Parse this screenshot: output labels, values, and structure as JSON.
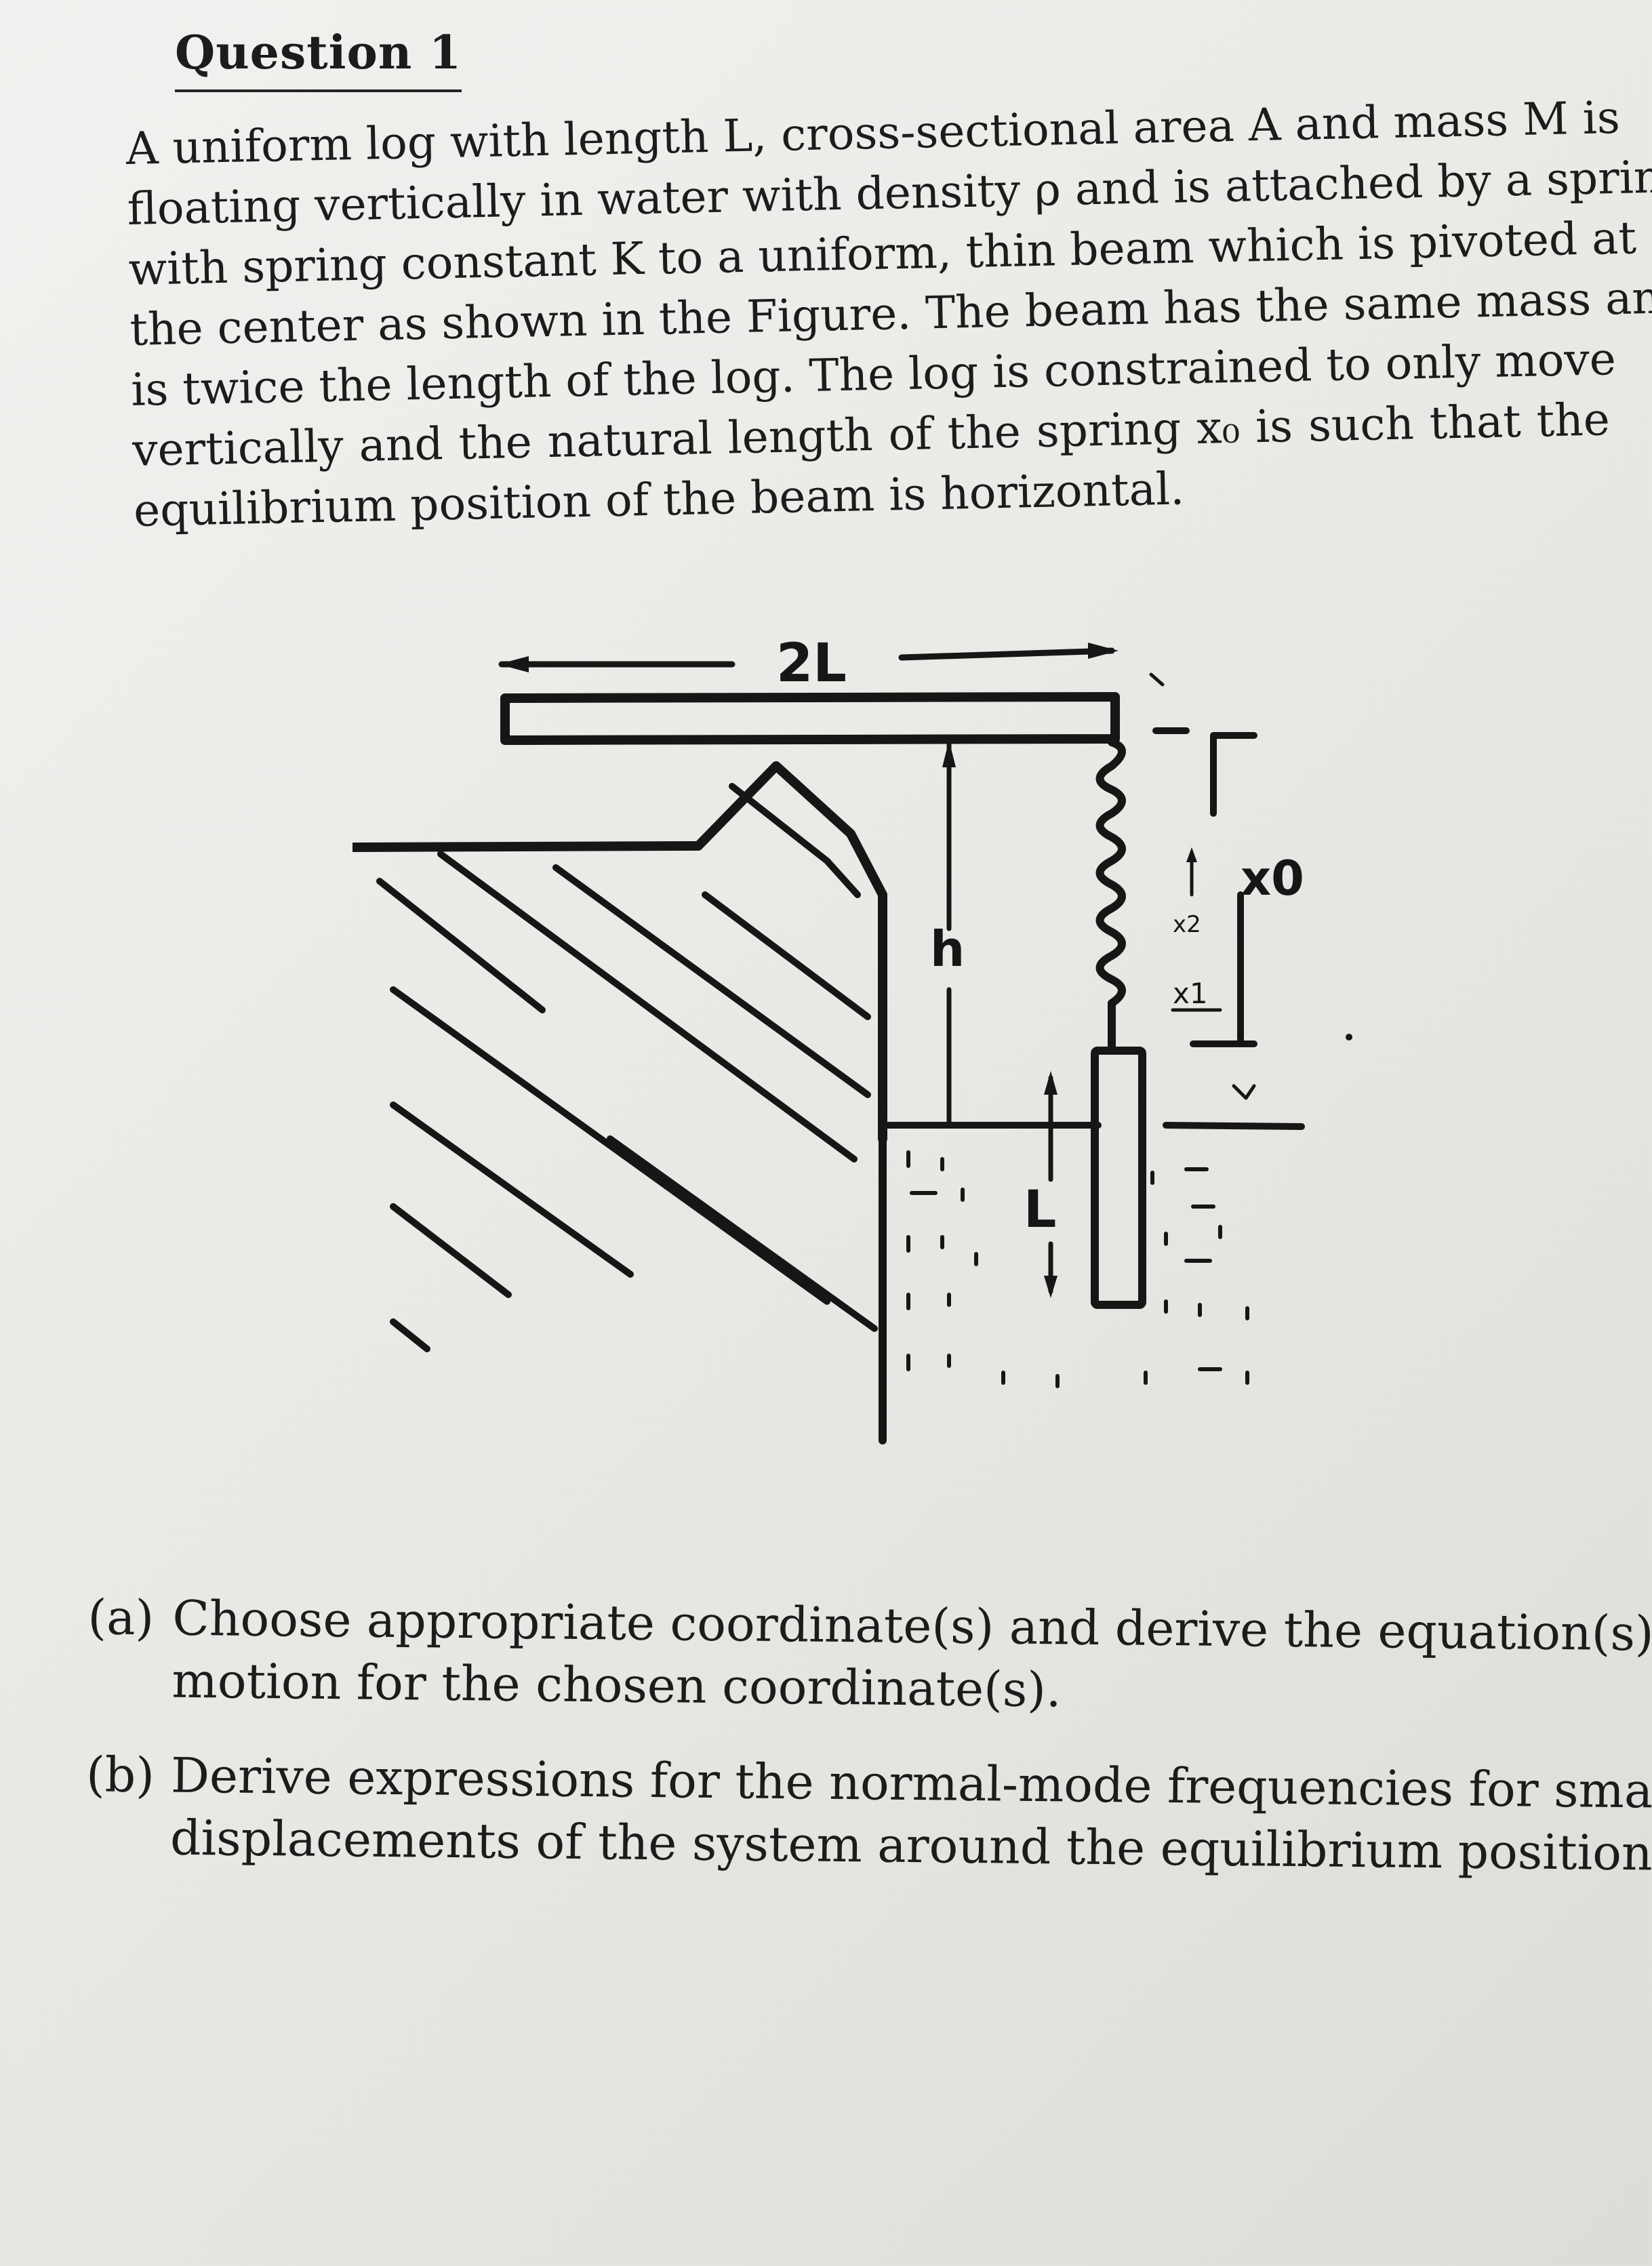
{
  "question": {
    "title": "Question 1"
  },
  "paragraph": {
    "lines": [
      "A uniform log with length L, cross-sectional area A and mass M is",
      "floating vertically in water with density ρ and is attached by a spring",
      "with spring constant K to a uniform, thin beam which is pivoted at",
      "the center as shown in the Figure. The beam has the same mass and",
      "is twice the length of the log. The log is constrained to only move",
      "vertically and the natural length of the spring x₀ is such that the",
      "equilibrium position of the beam is horizontal."
    ]
  },
  "figure": {
    "label_2L": "2L",
    "label_h": "h",
    "label_L": "L",
    "label_x0": "x0",
    "label_x2": "x2",
    "label_x1": "x1",
    "ink_color": "#161616"
  },
  "parts": [
    {
      "label": "(a)",
      "lines": [
        "Choose appropriate coordinate(s) and derive the equation(s) of",
        "motion for the chosen coordinate(s)."
      ]
    },
    {
      "label": "(b)",
      "lines": [
        "Derive expressions for the normal-mode frequencies for small",
        "displacements of the system around the equilibrium position(s)."
      ]
    }
  ]
}
